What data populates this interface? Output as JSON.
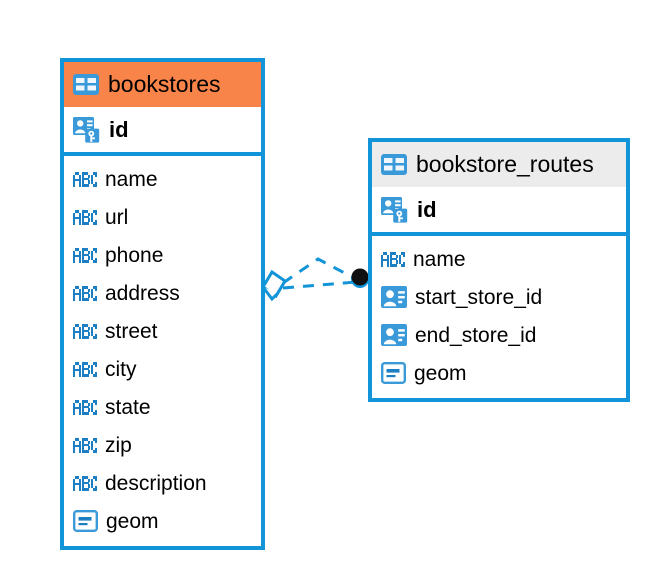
{
  "diagram": {
    "type": "entity-relationship-diagram",
    "background": "#ffffff",
    "colors": {
      "border_blue": "#1294d8",
      "header_orange": "#f9844a",
      "header_gray": "#ececec",
      "icon_blue": "#3a9ad9",
      "text_black": "#000000",
      "endpoint_black": "#101010"
    }
  },
  "entities": [
    {
      "name": "bookstores",
      "header_color": "#f9844a",
      "header_icon": "table-icon",
      "primary_key": {
        "label": "id",
        "icon": "primary-key-icon"
      },
      "fields": [
        {
          "label": "name",
          "icon": "text-abc-icon"
        },
        {
          "label": "url",
          "icon": "text-abc-icon"
        },
        {
          "label": "phone",
          "icon": "text-abc-icon"
        },
        {
          "label": "address",
          "icon": "text-abc-icon"
        },
        {
          "label": "street",
          "icon": "text-abc-icon"
        },
        {
          "label": "city",
          "icon": "text-abc-icon"
        },
        {
          "label": "state",
          "icon": "text-abc-icon"
        },
        {
          "label": "zip",
          "icon": "text-abc-icon"
        },
        {
          "label": "description",
          "icon": "text-abc-icon"
        },
        {
          "label": "geom",
          "icon": "geometry-icon"
        }
      ]
    },
    {
      "name": "bookstore_routes",
      "header_color": "#ececec",
      "header_icon": "table-icon",
      "primary_key": {
        "label": "id",
        "icon": "primary-key-icon"
      },
      "fields": [
        {
          "label": "name",
          "icon": "text-abc-icon"
        },
        {
          "label": "start_store_id",
          "icon": "foreign-key-icon"
        },
        {
          "label": "end_store_id",
          "icon": "foreign-key-icon"
        },
        {
          "label": "geom",
          "icon": "geometry-icon"
        }
      ]
    }
  ],
  "relationship": {
    "style": "dashed",
    "color": "#1294d8",
    "source_marker": "diamond-relation-marker",
    "target_marker": "filled-circle-endpoint"
  }
}
